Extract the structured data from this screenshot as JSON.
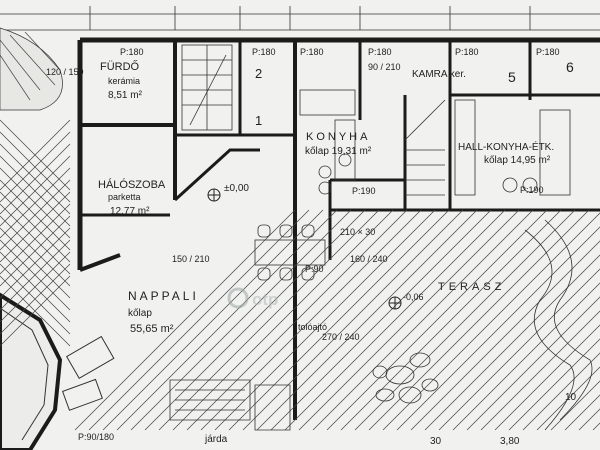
{
  "rooms": {
    "furdo": {
      "name": "FÜRDŐ",
      "floor": "kerámia",
      "area": "8,51 m²"
    },
    "haloszoba": {
      "name": "HÁLÓSZOBA",
      "floor": "parketta",
      "area": "12,77 m²"
    },
    "konyha": {
      "name": "KONYHA",
      "floor": "kőlap 19,31 m²"
    },
    "kamra": {
      "name": "KAMRA ker."
    },
    "hall": {
      "name": "HALL-KONYHA-ÉTK.",
      "floor": "kőlap 14,95 m²"
    },
    "nappali": {
      "name": "NAPPALI",
      "floor": "kőlap",
      "area": "55,65 m²"
    },
    "terasz": {
      "name": "TERASZ"
    }
  },
  "labels": {
    "p180_a": "P:180",
    "p180_b": "P:180",
    "p180_c": "P:180",
    "p180_d": "P:180",
    "p180_e": "P:180",
    "p180_f": "P:180",
    "p190_a": "P:190",
    "p190_b": "P:190",
    "p90_a": "P:90",
    "elev_main": "±0,00",
    "elev_terasz": "-0,06",
    "w90_210": "90 / 210",
    "w150_210": "150 / 210",
    "w160_240": "160 / 240",
    "w120_150": "120 / 150",
    "w270_240": "270 / 240",
    "w210_30": "210 × 30",
    "tolo": "tolóajtó",
    "jarda": "járda",
    "num2": "2",
    "num1": "1",
    "num5": "5",
    "num6": "6",
    "p90_180": "P:90/180",
    "dim_30": "30",
    "dim_380": "3,80",
    "dim_10": "10"
  },
  "watermark": {
    "text": "otp"
  },
  "icons": {
    "stairs": "stairs-icon",
    "north": "elevation-marker-icon"
  }
}
